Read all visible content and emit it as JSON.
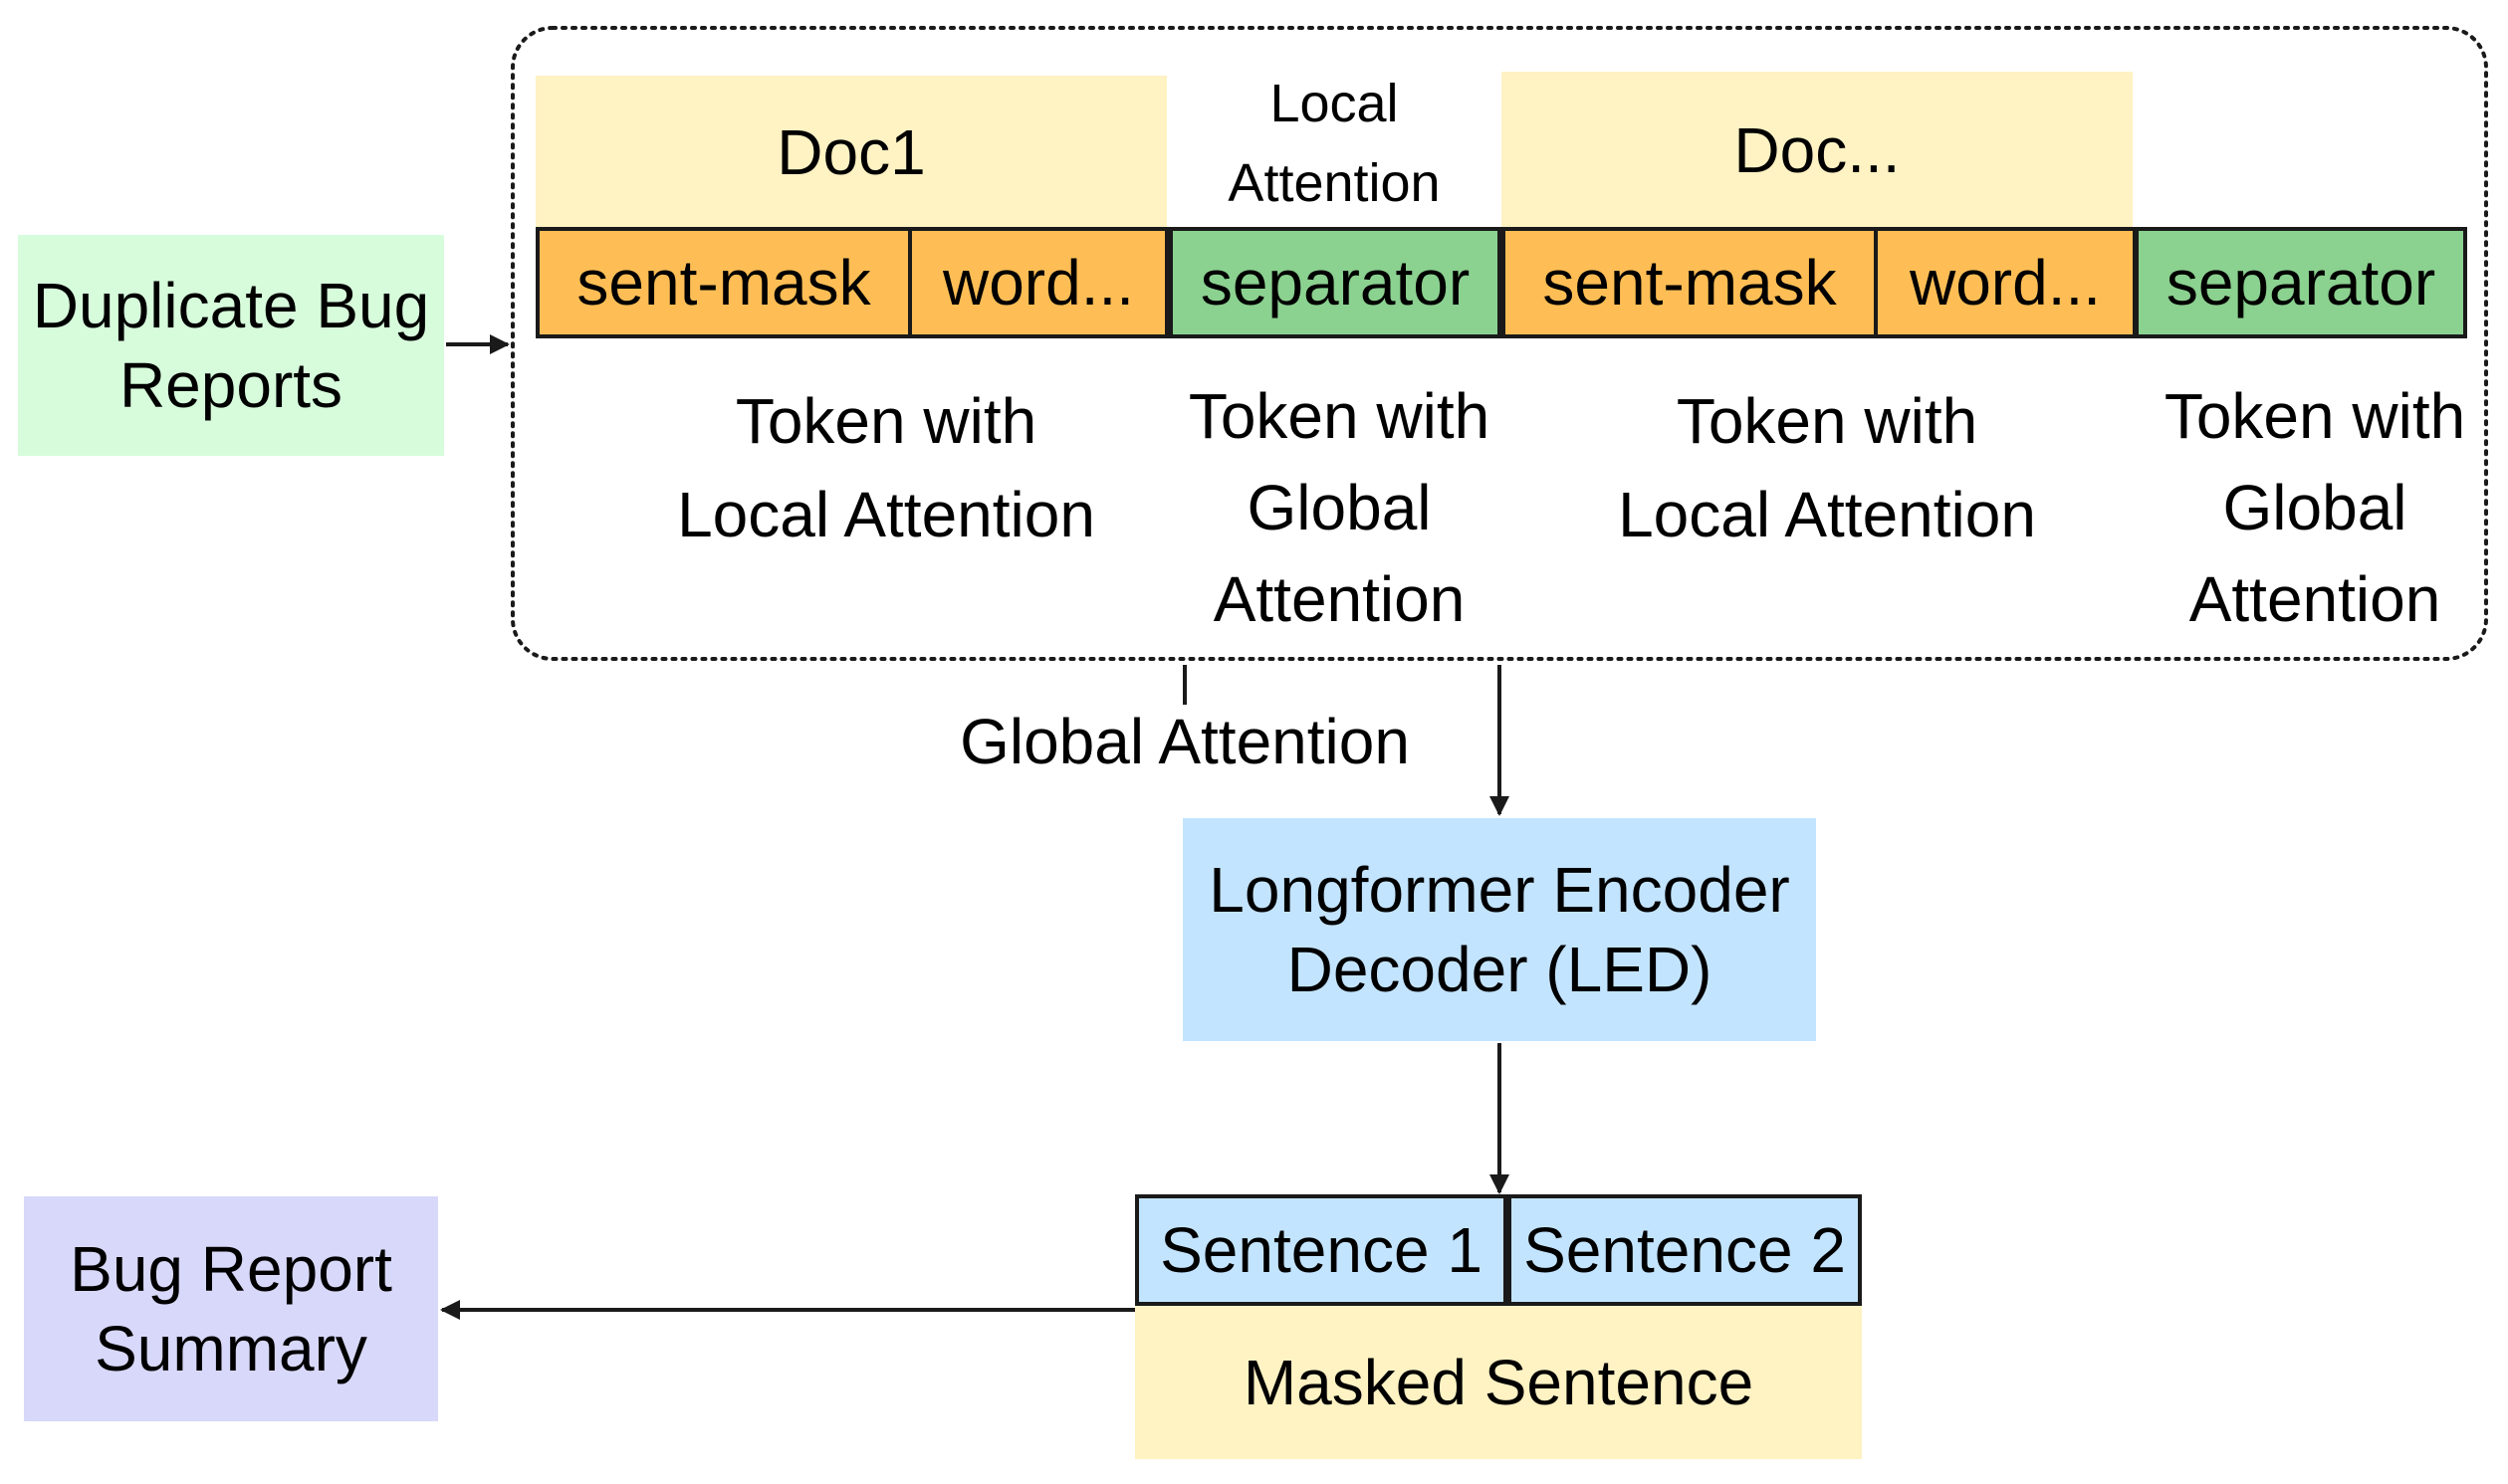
{
  "input": {
    "line1": "Duplicate Bug",
    "line2": "Reports"
  },
  "docs": [
    {
      "label": "Doc1"
    },
    {
      "label": "Doc..."
    }
  ],
  "local_attention": {
    "line1": "Local",
    "line2": "Attention"
  },
  "tokens": [
    {
      "label": "sent-mask",
      "kind": "local"
    },
    {
      "label": "word...",
      "kind": "local"
    },
    {
      "label": "separator",
      "kind": "global"
    },
    {
      "label": "sent-mask",
      "kind": "local"
    },
    {
      "label": "word...",
      "kind": "local"
    },
    {
      "label": "separator",
      "kind": "global"
    }
  ],
  "captions": {
    "local1": {
      "line1": "Token with",
      "line2": "Local Attention"
    },
    "global1": {
      "line1": "Token with",
      "line2": "Global",
      "line3": "Attention"
    },
    "local2": {
      "line1": "Token with",
      "line2": "Local Attention"
    },
    "global2": {
      "line1": "Token with",
      "line2": "Global",
      "line3": "Attention"
    }
  },
  "global_attention_label": "Global Attention",
  "encoder": {
    "line1": "Longformer Encoder",
    "line2": "Decoder (LED)"
  },
  "sentences": [
    {
      "label": "Sentence 1"
    },
    {
      "label": "Sentence 2"
    }
  ],
  "masked_sentence": "Masked Sentence",
  "output": {
    "line1": "Bug Report",
    "line2": "Summary"
  },
  "colors": {
    "input_fill": "#d7fcdc",
    "doc_fill": "#fff2c3",
    "local_token": "#ffbe55",
    "global_token": "#8bd190",
    "encoder_fill": "#c3e4ff",
    "output_fill": "#d8d8fa",
    "line": "#1a1a1a"
  }
}
